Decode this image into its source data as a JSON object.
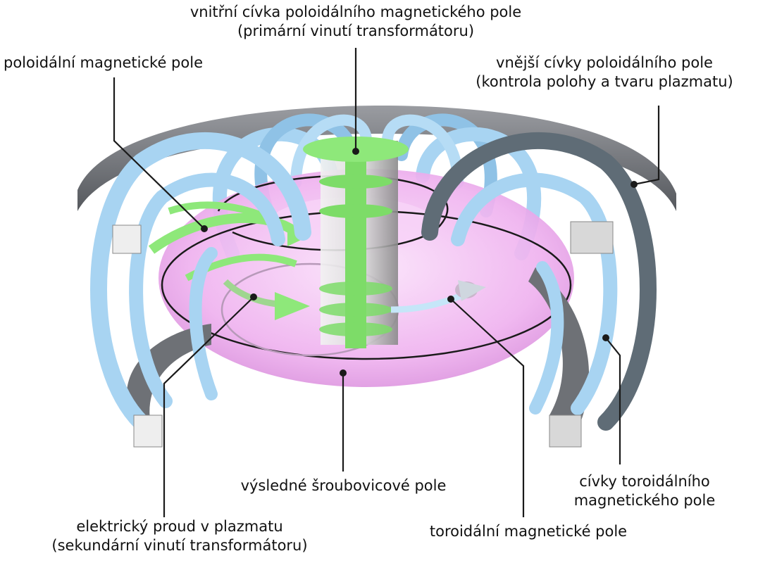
{
  "diagram": {
    "labels": {
      "inner_coil": {
        "line1": "vnitřní cívka poloidálního magnetického pole",
        "line2": "(primární vinutí transformátoru)"
      },
      "poloidal_field": "poloidální magnetické pole",
      "outer_coils": {
        "line1": "vnější cívky poloidálního pole",
        "line2": "(kontrola polohy a tvaru plazmatu)"
      },
      "helical_field": "výsledné šroubovicové pole",
      "toroidal_coils": {
        "line1": "cívky toroidálního",
        "line2": "magnetického pole"
      },
      "plasma_current": {
        "line1": "elektrický proud v plazmatu",
        "line2": "(sekundární vinutí transformátoru)"
      },
      "toroidal_field": "toroidální magnetické pole"
    },
    "colors": {
      "toroidal_coil_light": "#a8d4f2",
      "toroidal_coil_dark": "#5f6c76",
      "poloidal_coil": "#7b7d82",
      "plasma": "#f0b6f0",
      "solenoid": "#8ee87a",
      "leader_line": "#1a1a1a"
    }
  }
}
